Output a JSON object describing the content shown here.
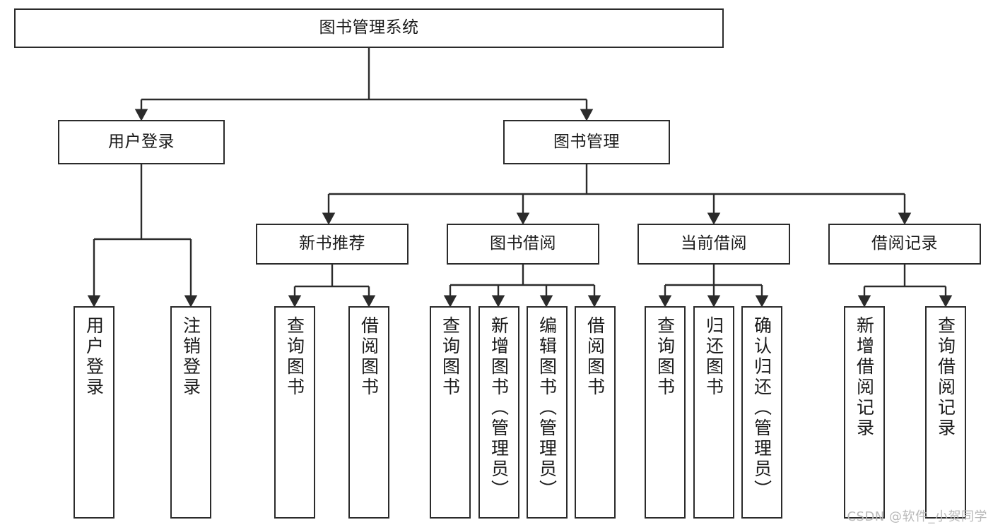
{
  "diagram": {
    "title": "图书管理系统",
    "type": "tree-hierarchy-chart",
    "colors": {
      "node_border": "#2b2b2b",
      "node_fill": "#ffffff",
      "edge": "#2b2b2b",
      "background": "#ffffff",
      "watermark": "#b9b9b9"
    },
    "levels": {
      "root": {
        "label": "图书管理系统"
      },
      "level2": [
        {
          "id": "user-login",
          "label": "用户登录"
        },
        {
          "id": "book-management",
          "label": "图书管理"
        }
      ],
      "level3": [
        {
          "id": "new-book-recommend",
          "label": "新书推荐",
          "parent": "book-management"
        },
        {
          "id": "book-borrow",
          "label": "图书借阅",
          "parent": "book-management"
        },
        {
          "id": "current-borrow",
          "label": "当前借阅",
          "parent": "book-management"
        },
        {
          "id": "borrow-record",
          "label": "借阅记录",
          "parent": "book-management"
        }
      ],
      "leaves": [
        {
          "id": "leaf-user-login",
          "label": "用户登录",
          "parent": "user-login"
        },
        {
          "id": "leaf-logout-login",
          "label": "注销登录",
          "parent": "user-login"
        },
        {
          "id": "leaf-query-book-1",
          "label": "查询图书",
          "parent": "new-book-recommend"
        },
        {
          "id": "leaf-borrow-book-1",
          "label": "借阅图书",
          "parent": "new-book-recommend"
        },
        {
          "id": "leaf-query-book-2",
          "label": "查询图书",
          "parent": "book-borrow"
        },
        {
          "id": "leaf-add-book",
          "label": "新增图书（管理员）",
          "parent": "book-borrow"
        },
        {
          "id": "leaf-edit-book",
          "label": "编辑图书（管理员）",
          "parent": "book-borrow"
        },
        {
          "id": "leaf-borrow-book-2",
          "label": "借阅图书",
          "parent": "book-borrow"
        },
        {
          "id": "leaf-query-book-3",
          "label": "查询图书",
          "parent": "current-borrow"
        },
        {
          "id": "leaf-return-book",
          "label": "归还图书",
          "parent": "current-borrow"
        },
        {
          "id": "leaf-confirm-return",
          "label": "确认归还（管理员）",
          "parent": "current-borrow"
        },
        {
          "id": "leaf-add-record",
          "label": "新增借阅记录",
          "parent": "borrow-record"
        },
        {
          "id": "leaf-query-record",
          "label": "查询借阅记录",
          "parent": "borrow-record"
        }
      ]
    }
  },
  "watermark": {
    "text": "CSDN @软件_小贺同学"
  }
}
